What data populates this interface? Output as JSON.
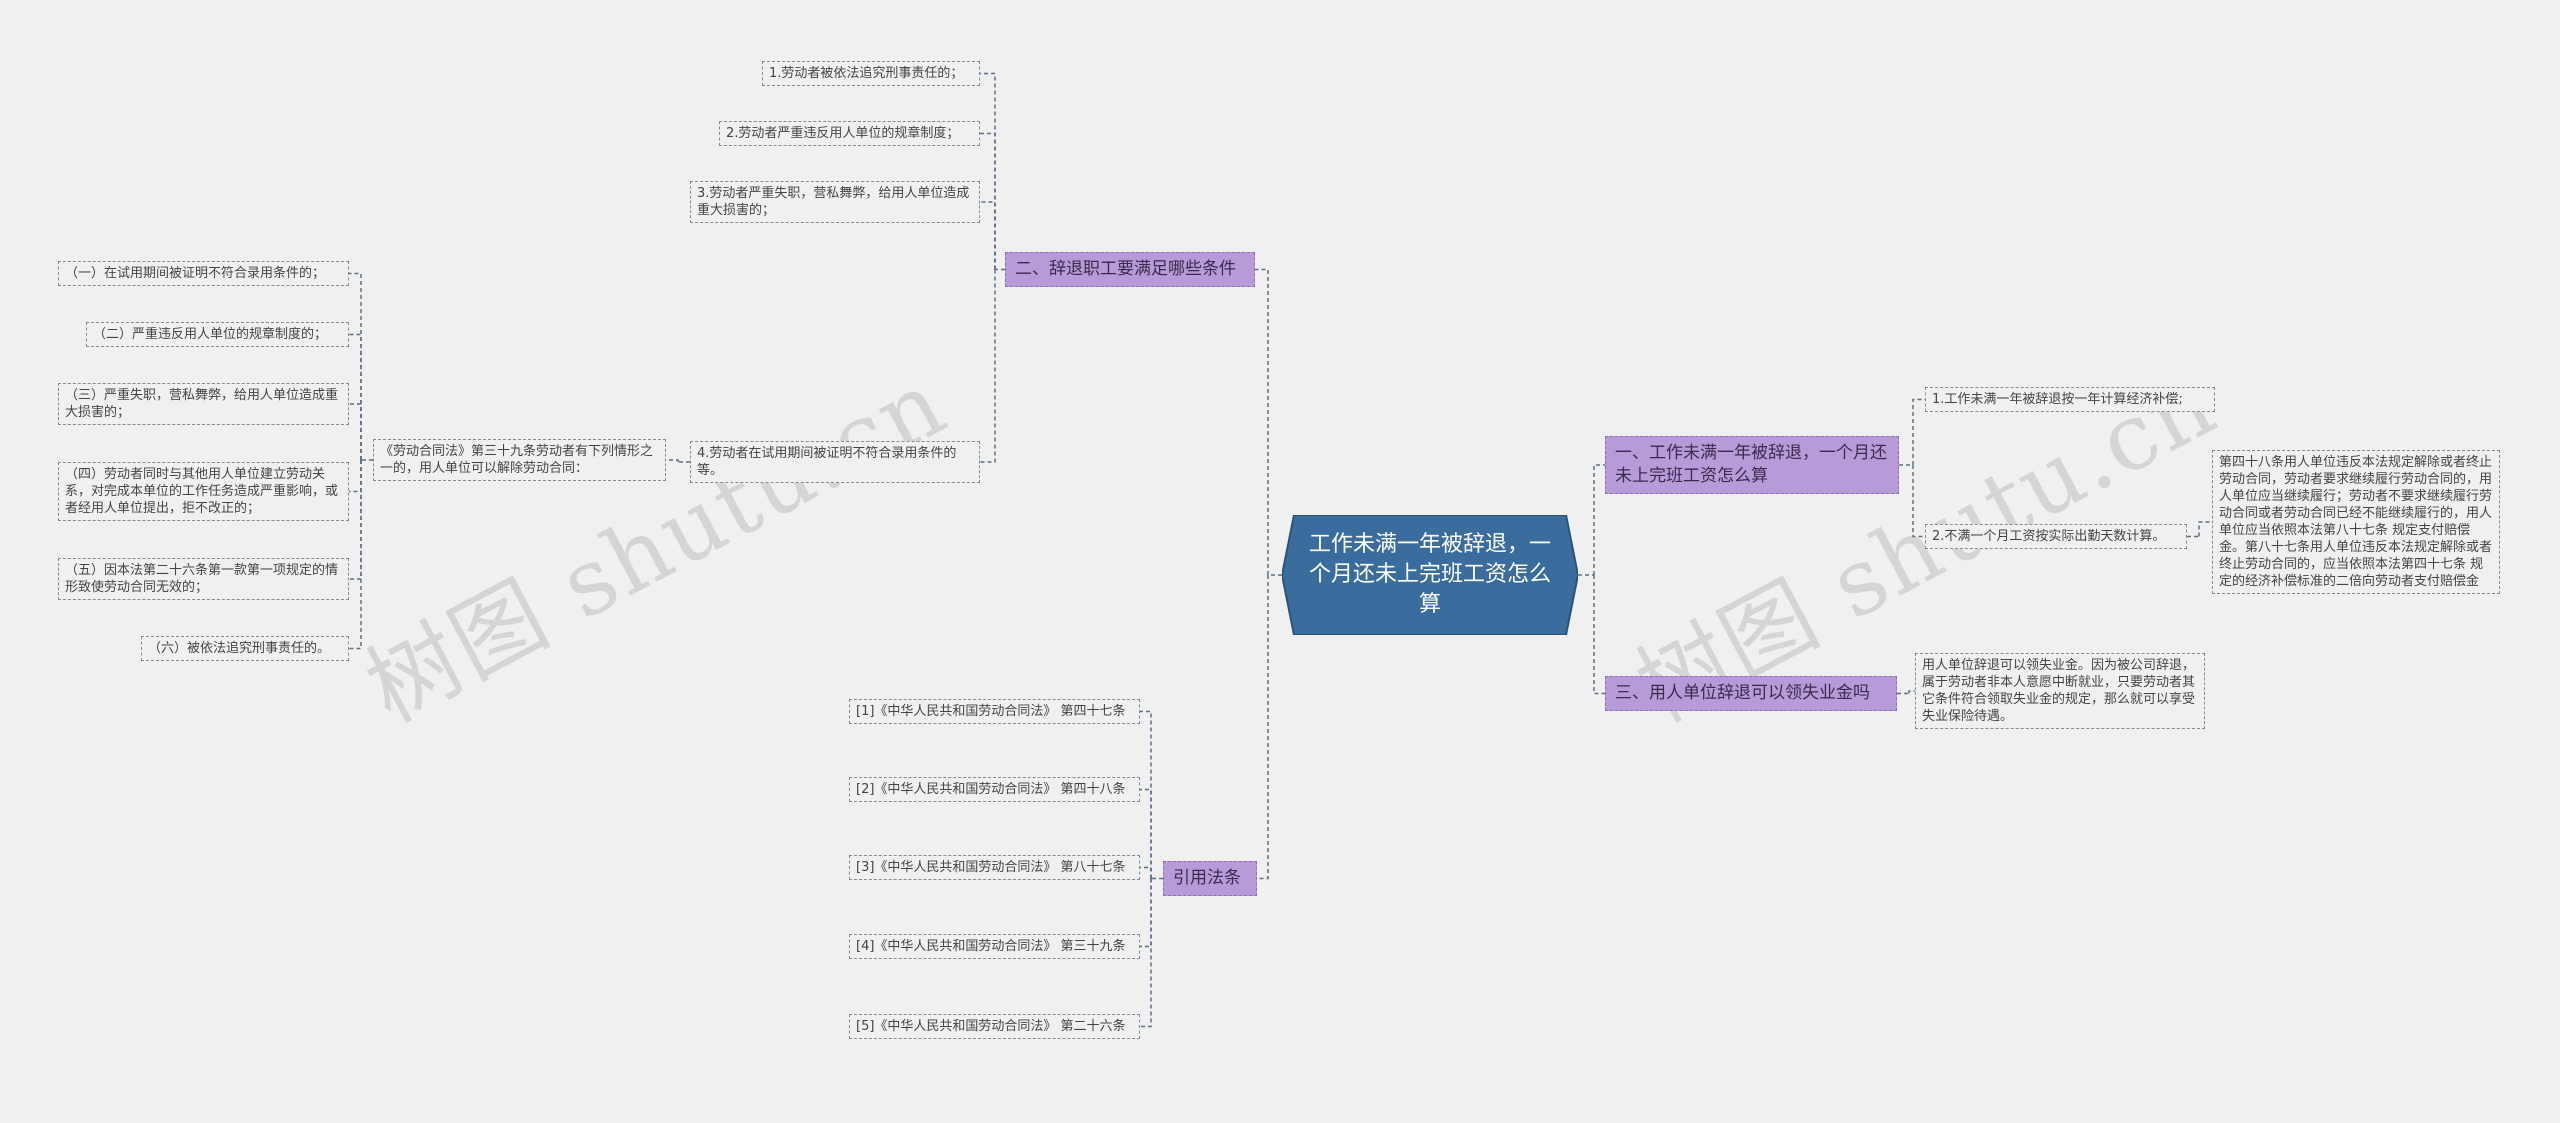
{
  "colors": {
    "background": "#f0f0f0",
    "root_fill": "#3a6d9e",
    "root_border": "#2c5478",
    "branch_fill": "#b79ad8",
    "leaf_border": "#7f8c9c",
    "line": "#5a6f8a"
  },
  "watermark": "树图 shutu.cn",
  "root": {
    "label": "工作未满一年被辞退，一个月还未上完班工资怎么算"
  },
  "branches": {
    "b1": {
      "label": "一、工作未满一年被辞退，一个月还未上完班工资怎么算"
    },
    "b2": {
      "label": "二、辞退职工要满足哪些条件"
    },
    "b3": {
      "label": "三、用人单位辞退可以领失业金吗"
    },
    "b4": {
      "label": "引用法条"
    }
  },
  "leaves": {
    "b1_1": "1.工作未满一年被辞退按一年计算经济补偿;",
    "b1_2": "2.不满一个月工资按实际出勤天数计算。",
    "b1_2_1": "第四十八条用人单位违反本法规定解除或者终止劳动合同，劳动者要求继续履行劳动合同的，用人单位应当继续履行；劳动者不要求继续履行劳动合同或者劳动合同已经不能继续履行的，用人单位应当依照本法第八十七条 规定支付赔偿金。第八十七条用人单位违反本法规定解除或者终止劳动合同的，应当依照本法第四十七条 规定的经济补偿标准的二倍向劳动者支付赔偿金",
    "b3_1": "用人单位辞退可以领失业金。因为被公司辞退，属于劳动者非本人意愿中断就业，只要劳动者其它条件符合领取失业金的规定，那么就可以享受失业保险待遇。",
    "b2_1": "1.劳动者被依法追究刑事责任的；",
    "b2_2": "2.劳动者严重违反用人单位的规章制度；",
    "b2_3": "3.劳动者严重失职，营私舞弊，给用人单位造成重大损害的；",
    "b2_4": "4.劳动者在试用期间被证明不符合录用条件的等。",
    "b2_5": "《劳动合同法》第三十九条劳动者有下列情形之一的，用人单位可以解除劳动合同：",
    "b2_5_1": "（一）在试用期间被证明不符合录用条件的；",
    "b2_5_2": "（二）严重违反用人单位的规章制度的；",
    "b2_5_3": "（三）严重失职，营私舞弊，给用人单位造成重大损害的；",
    "b2_5_4": "（四）劳动者同时与其他用人单位建立劳动关系，对完成本单位的工作任务造成严重影响，或者经用人单位提出，拒不改正的；",
    "b2_5_5": "（五）因本法第二十六条第一款第一项规定的情形致使劳动合同无效的；",
    "b2_5_6": "（六）被依法追究刑事责任的。",
    "b4_1": "[1]《中华人民共和国劳动合同法》 第四十七条",
    "b4_2": "[2]《中华人民共和国劳动合同法》 第四十八条",
    "b4_3": "[3]《中华人民共和国劳动合同法》 第八十七条",
    "b4_4": "[4]《中华人民共和国劳动合同法》 第三十九条",
    "b4_5": "[5]《中华人民共和国劳动合同法》 第二十六条"
  }
}
